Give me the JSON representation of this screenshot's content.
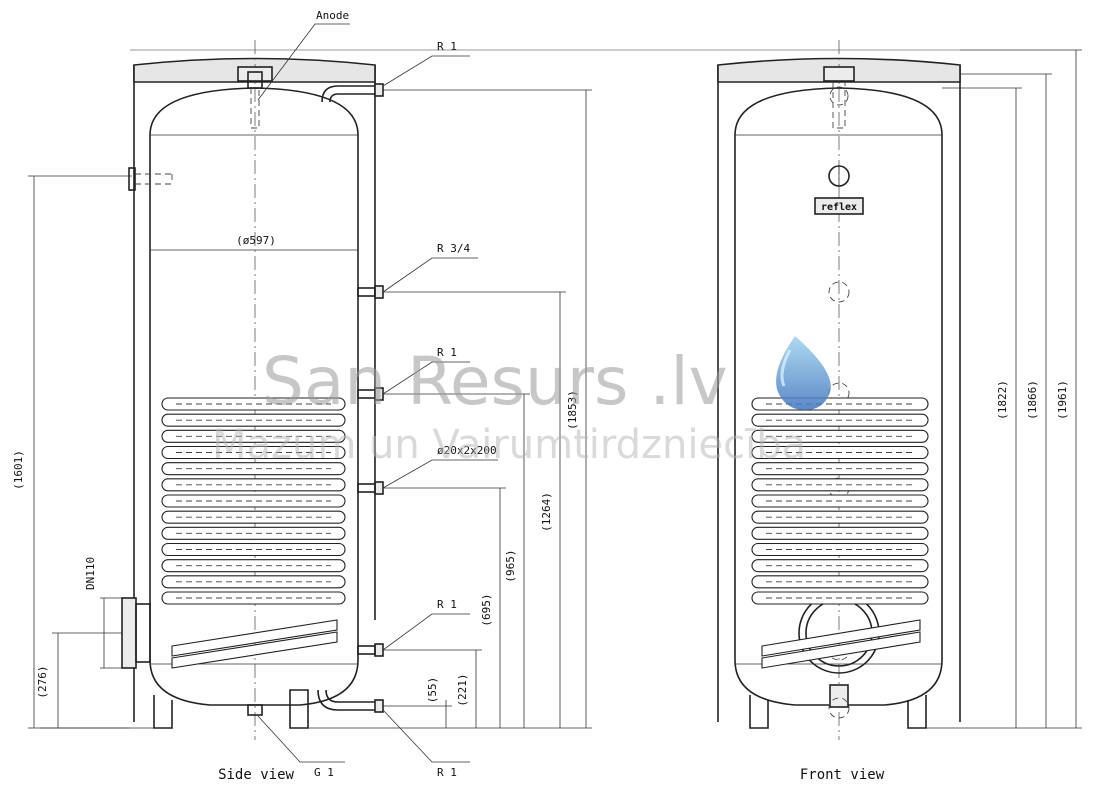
{
  "views": {
    "side": "Side view",
    "front": "Front view"
  },
  "labels": {
    "anode": "Anode",
    "r1_top": "R 1",
    "r34": "R 3/4",
    "r1_mid": "R 1",
    "coil_spec": "ø20x2x200",
    "r1_low": "R 1",
    "r1_bottom": "R 1",
    "g1": "G 1",
    "dn110": "DN110",
    "diameter": "(ø597)"
  },
  "dimensions": {
    "d1601": "(1601)",
    "d276": "(276)",
    "d1853": "(1853)",
    "d1264": "(1264)",
    "d965": "(965)",
    "d695": "(695)",
    "d221": "(221)",
    "d55": "(55)",
    "d1822": "(1822)",
    "d1866": "(1866)",
    "d1961": "(1961)"
  },
  "badge": "reflex",
  "watermark": {
    "title": "San Resurs .lv",
    "subtitle": "Mazum un Vairumtirdzniecība"
  },
  "colors": {
    "line": "#222222",
    "watermark_drop_light": "#8fc8ea",
    "watermark_drop_dark": "#4b82c4"
  }
}
